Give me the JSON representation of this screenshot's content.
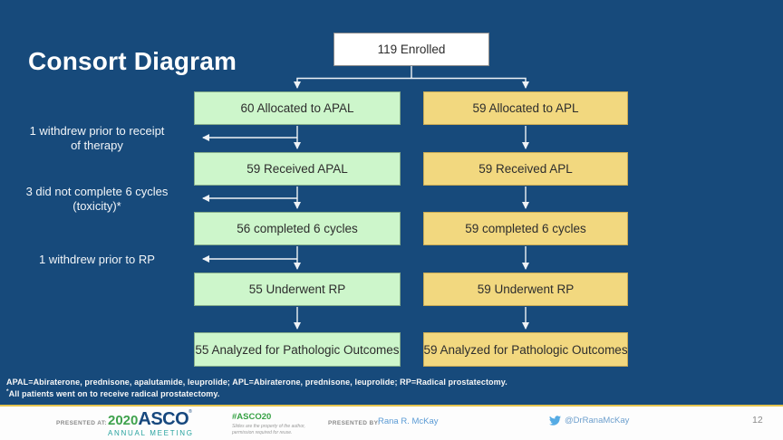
{
  "slide": {
    "title": "Consort Diagram",
    "page_number": "12"
  },
  "flowchart": {
    "top_box": "119 Enrolled",
    "left_column": [
      "60 Allocated to APAL",
      "59 Received APAL",
      "56 completed 6 cycles",
      "55 Underwent RP",
      "55 Analyzed for Pathologic Outcomes"
    ],
    "right_column": [
      "59 Allocated to APL",
      "59 Received APL",
      "59 completed 6 cycles",
      "59 Underwent RP",
      "59 Analyzed for Pathologic Outcomes"
    ],
    "annotations": [
      {
        "line1": "1 withdrew prior to receipt",
        "line2": "of therapy"
      },
      {
        "line1": "3 did not complete 6 cycles",
        "line2": "(toxicity)*"
      },
      {
        "line1": "1 withdrew prior to RP",
        "line2": ""
      }
    ],
    "colors": {
      "slide_background": "#174a7b",
      "left_box": "#cdf6cb",
      "right_box": "#f2d87f",
      "top_box": "#ffffff",
      "arrow": "#eef2f6"
    }
  },
  "footnotes": {
    "line1": "APAL=Abiraterone, prednisone, apalutamide, leuprolide; APL=Abiraterone, prednisone, leuprolide; RP=Radical prostatectomy.",
    "line2_marker": "*",
    "line2": "All patients went on to receive radical prostatectomy."
  },
  "footer": {
    "presented_at_label": "PRESENTED AT:",
    "logo": {
      "year": "2020",
      "org": "ASCO",
      "trademark": "®",
      "subtitle": "ANNUAL MEETING",
      "year_color": "#3fa24d",
      "org_color": "#17487e",
      "subtitle_color": "#27a39f"
    },
    "hashtag": "#ASCO20",
    "disclaimer_line1": "Slides are the property of the author,",
    "disclaimer_line2": "permission required for reuse.",
    "presented_by_label": "PRESENTED BY:",
    "presenter": "Rana R. McKay",
    "twitter_icon": "twitter-bird-icon",
    "twitter_handle": "@DrRanaMcKay",
    "accent_gold": "#e5c44f",
    "twitter_blue": "#55abe4"
  }
}
